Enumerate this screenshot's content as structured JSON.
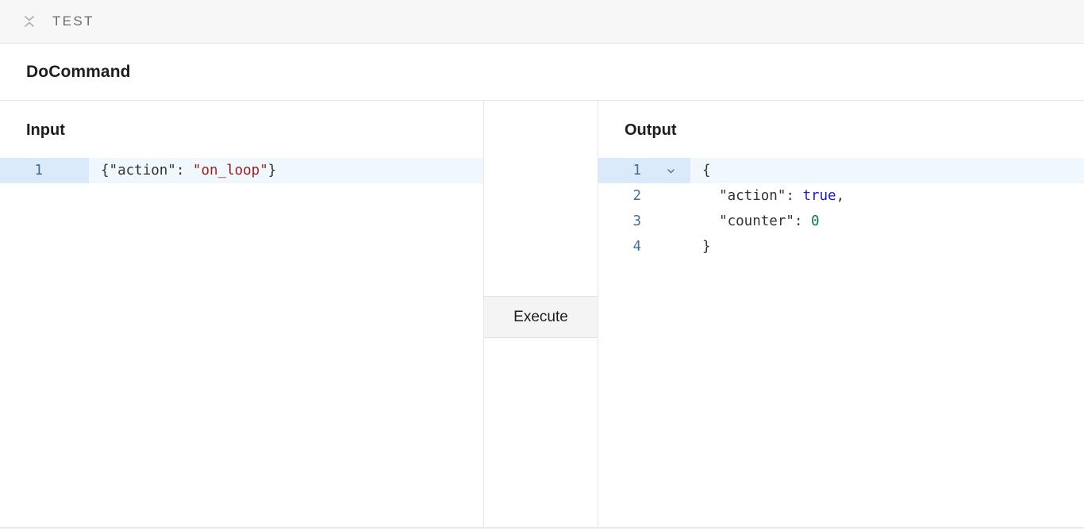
{
  "topbar": {
    "collapse_icon": "collapse-chevrons-icon",
    "title": "TEST"
  },
  "command": {
    "title": "DoCommand"
  },
  "input_panel": {
    "heading": "Input",
    "lines": [
      {
        "number": "1",
        "active": true,
        "tokens": [
          {
            "type": "punct",
            "text": "{"
          },
          {
            "type": "key",
            "text": "\"action\""
          },
          {
            "type": "punct",
            "text": ": "
          },
          {
            "type": "str",
            "text": "\"on_loop\""
          },
          {
            "type": "punct",
            "text": "}"
          }
        ],
        "plain": "{\"action\": \"on_loop\"}"
      }
    ]
  },
  "middle_panel": {
    "execute_label": "Execute"
  },
  "output_panel": {
    "heading": "Output",
    "lines": [
      {
        "number": "1",
        "active": true,
        "fold_icon": "chevron-down-icon",
        "plain": "{",
        "tokens": [
          {
            "type": "punct",
            "text": "{"
          }
        ]
      },
      {
        "number": "2",
        "active": false,
        "plain": "  \"action\": true,",
        "tokens": [
          {
            "type": "punct",
            "text": "  "
          },
          {
            "type": "key",
            "text": "\"action\""
          },
          {
            "type": "punct",
            "text": ": "
          },
          {
            "type": "bool",
            "text": "true"
          },
          {
            "type": "punct",
            "text": ","
          }
        ]
      },
      {
        "number": "3",
        "active": false,
        "plain": "  \"counter\": 0",
        "tokens": [
          {
            "type": "punct",
            "text": "  "
          },
          {
            "type": "key",
            "text": "\"counter\""
          },
          {
            "type": "punct",
            "text": ": "
          },
          {
            "type": "num",
            "text": "0"
          }
        ]
      },
      {
        "number": "4",
        "active": false,
        "plain": "}",
        "tokens": [
          {
            "type": "punct",
            "text": "}"
          }
        ]
      }
    ]
  },
  "colors": {
    "topbar_bg": "#f7f7f7",
    "border": "#e6e6e9",
    "line_number": "#3f7094",
    "active_gutter": "#dbeafa",
    "active_line": "#f0f7fd",
    "string": "#a31f1f",
    "boolean": "#1b1bbf",
    "number": "#0f7550",
    "button_bg": "#f4f4f5"
  }
}
